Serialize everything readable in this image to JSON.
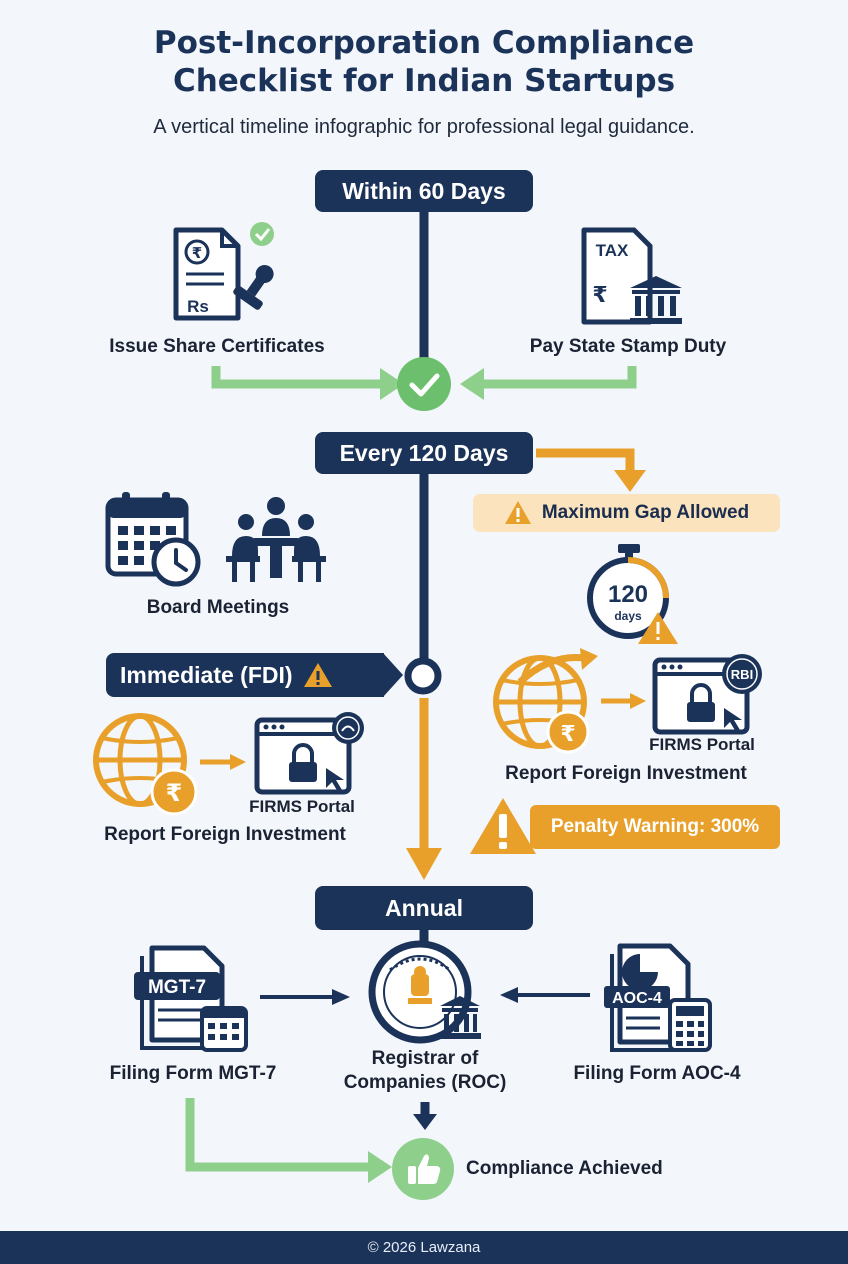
{
  "header": {
    "title_line1": "Post-Incorporation Compliance",
    "title_line2": "Checklist for Indian Startups",
    "subtitle": "A vertical timeline infographic for professional legal guidance."
  },
  "section_60": {
    "pill": "Within 60 Days",
    "left_label": "Issue Share Certificates",
    "left_icon_text": "Rs",
    "right_label": "Pay State Stamp Duty",
    "right_icon_text": "TAX"
  },
  "section_120": {
    "pill": "Every 120 Days",
    "board_label": "Board Meetings",
    "gap_badge": "Maximum Gap Allowed",
    "stopwatch_number": "120",
    "stopwatch_unit": "days",
    "firms_label_right": "FIRMS Portal",
    "rbi_text": "RBI",
    "report_label_right": "Report Foreign Investment",
    "penalty": "Penalty Warning: 300%"
  },
  "section_fdi": {
    "pill": "Immediate (FDI)",
    "firms_label_left": "FIRMS Portal",
    "report_label_left": "Report Foreign Investment"
  },
  "section_annual": {
    "pill": "Annual",
    "mgt_icon_text": "MGT-7",
    "mgt_label": "Filing Form MGT-7",
    "roc_label_line1": "Registrar of",
    "roc_label_line2": "Companies (ROC)",
    "aoc_icon_text": "AOC-4",
    "aoc_label": "Filing Form AOC-4",
    "achieved_label": "Compliance Achieved"
  },
  "footer": {
    "text": "© 2026 Lawzana"
  },
  "colors": {
    "navy": "#1b3259",
    "green": "#8fcf8c",
    "green_dark": "#5cb85c",
    "orange": "#e8a02a",
    "badge_bg": "#fbe3bd"
  }
}
